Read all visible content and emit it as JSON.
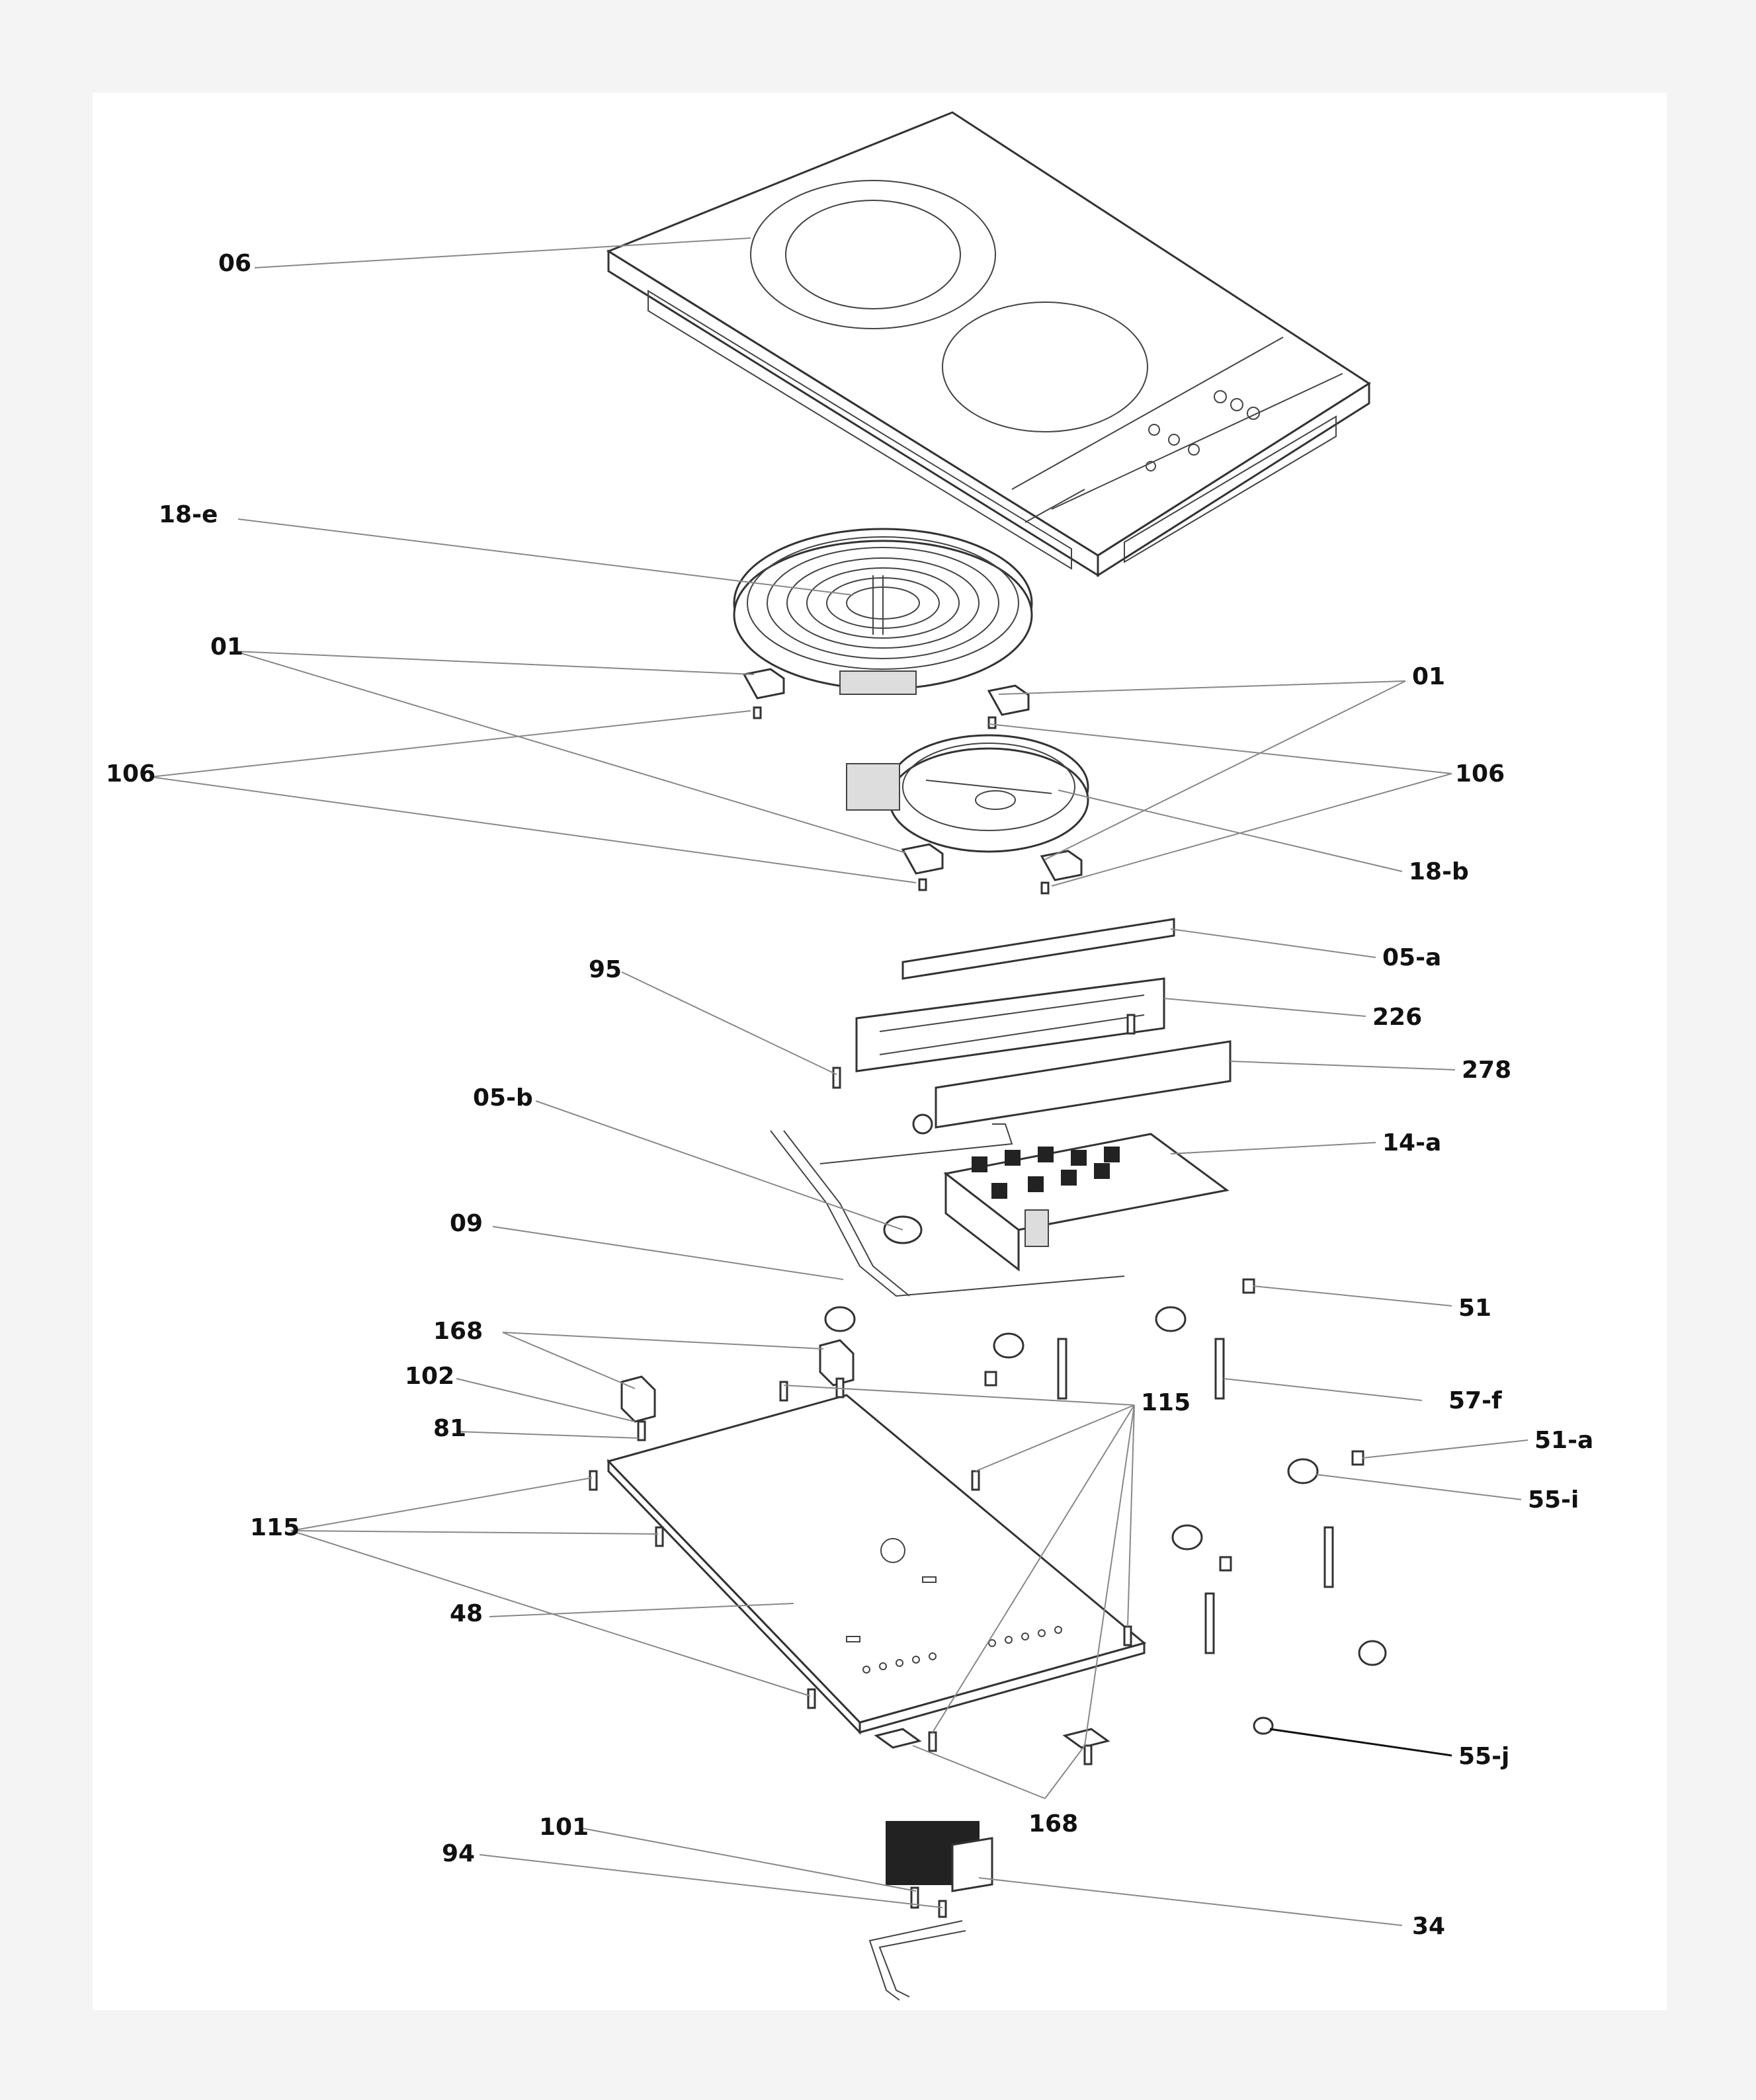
{
  "labels": [
    {
      "id": "06",
      "text": "06"
    },
    {
      "id": "18-e",
      "text": "18-e"
    },
    {
      "id": "01-left",
      "text": "01"
    },
    {
      "id": "01-right",
      "text": "01"
    },
    {
      "id": "106-left",
      "text": "106"
    },
    {
      "id": "106-right",
      "text": "106"
    },
    {
      "id": "18-b",
      "text": "18-b"
    },
    {
      "id": "95",
      "text": "95"
    },
    {
      "id": "05-a",
      "text": "05-a"
    },
    {
      "id": "226",
      "text": "226"
    },
    {
      "id": "278",
      "text": "278"
    },
    {
      "id": "05-b",
      "text": "05-b"
    },
    {
      "id": "14-a",
      "text": "14-a"
    },
    {
      "id": "09",
      "text": "09"
    },
    {
      "id": "51",
      "text": "51"
    },
    {
      "id": "168-top",
      "text": "168"
    },
    {
      "id": "102",
      "text": "102"
    },
    {
      "id": "115-right",
      "text": "115"
    },
    {
      "id": "57-f",
      "text": "57-f"
    },
    {
      "id": "81",
      "text": "81"
    },
    {
      "id": "51-a",
      "text": "51-a"
    },
    {
      "id": "55-i",
      "text": "55-i"
    },
    {
      "id": "115-left",
      "text": "115"
    },
    {
      "id": "48",
      "text": "48"
    },
    {
      "id": "55-j",
      "text": "55-j"
    },
    {
      "id": "168-bottom",
      "text": "168"
    },
    {
      "id": "101",
      "text": "101"
    },
    {
      "id": "94",
      "text": "94"
    },
    {
      "id": "34",
      "text": "34"
    }
  ]
}
